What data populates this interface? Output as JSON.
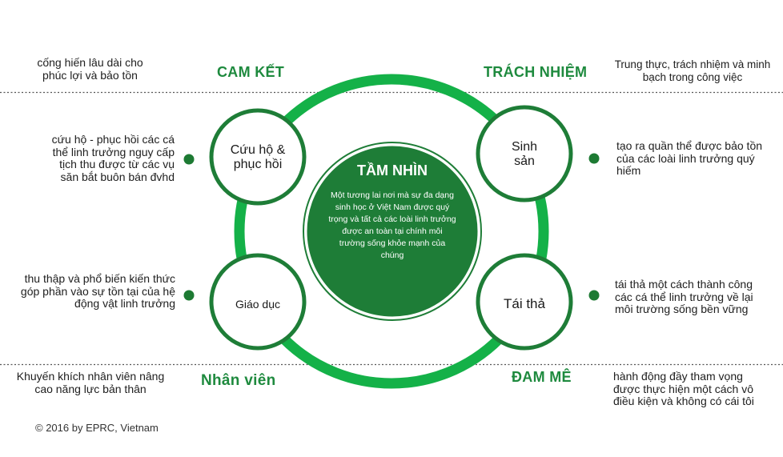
{
  "colors": {
    "green_ring": "#14b148",
    "green_dark": "#1e7d37",
    "heading_green": "#1e8a3e",
    "dot_green": "#1d7a33",
    "dotted_line": "#555555"
  },
  "headings": {
    "top_left": "CAM KẾT",
    "top_right": "TRÁCH NHIỆM",
    "bottom_left": "Nhân viên",
    "bottom_right": "ĐAM MÊ"
  },
  "center": {
    "title": "TẦM NHÌN",
    "body": "Một tương lai nơi mà sự đa dạng sinh học ở Việt Nam được quý trọng và tất cả các loài linh trưởng được an toàn tại chính môi trường sống khỏe mạnh của chúng"
  },
  "nodes": {
    "rescue": "Cứu hộ & phục hồi",
    "breeding": "Sinh sản",
    "education": "Giáo dục",
    "release": "Tái thả"
  },
  "descriptions": {
    "top_left": "cống hiến lâu dài cho phúc lợi và bảo tồn",
    "top_right": "Trung thực, trách nhiệm và minh bạch trong công việc",
    "rescue": "cứu hộ - phục hồi các cá thể linh trưởng nguy cấp tịch thu được từ các vụ săn bắt buôn bán đvhd",
    "breeding": "tạo ra quần thể được bảo tồn của các loài linh trưởng quý hiếm",
    "education": "thu thập và phổ biến kiến thức góp phần vào sự tồn tại của hệ động vật linh trưởng",
    "release": "tái thả một cách thành công các cá thể linh trưởng về lại môi trường sống bền vững",
    "bottom_left": "Khuyến khích nhân viên nâng cao năng lực bản thân",
    "bottom_right": "hành động đầy tham vọng được thực hiện một cách vô điều kiện và không có cái tôi"
  },
  "footer": {
    "copyright": "© 2016 by EPRC, Vietnam"
  }
}
